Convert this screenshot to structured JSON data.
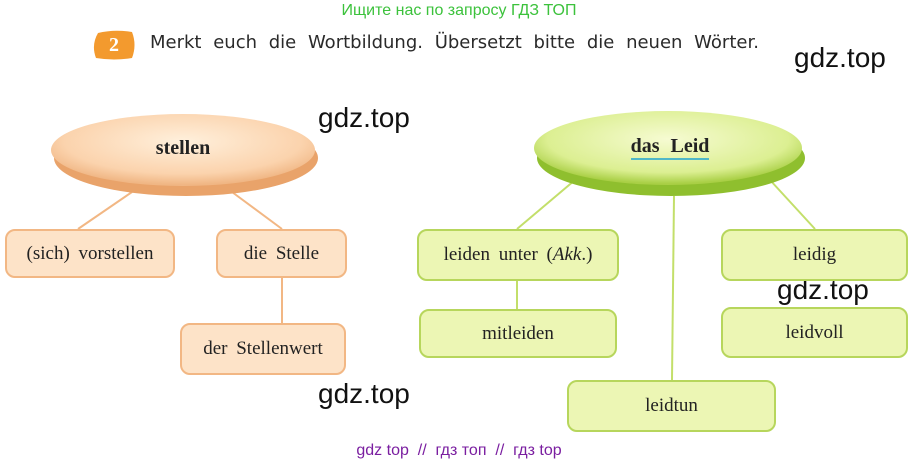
{
  "header": {
    "banner": "Ищите нас по запросу ГДЗ ТОП"
  },
  "task": {
    "number": "2",
    "instruction": "Merkt euch die Wortbildung. Übersetzt bitte die neuen Wörter."
  },
  "watermarks": [
    "gdz.top",
    "gdz.top",
    "gdz.top",
    "gdz.top"
  ],
  "left_cluster": {
    "root": "stellen",
    "children": [
      "(sich) vorstellen",
      "die Stelle"
    ],
    "grandchild": "der Stellenwert"
  },
  "right_cluster": {
    "root": "das Leid",
    "items": {
      "leiden_unter_prefix": "leiden unter (",
      "leiden_unter_case": "Akk",
      "leiden_unter_suffix": ".)",
      "mitleiden": "mitleiden",
      "leidtun": "leidtun",
      "leidig": "leidig",
      "leidvoll": "leidvoll"
    }
  },
  "footer": {
    "links": "gdz top  //  гдз топ  //  гдз top"
  },
  "colors": {
    "banner_green": "#3cc23c",
    "badge_orange": "#f39a2e",
    "orange_fill": "#fde3c8",
    "green_fill": "#ecf6b4",
    "footer_purple": "#7a1ea0"
  }
}
